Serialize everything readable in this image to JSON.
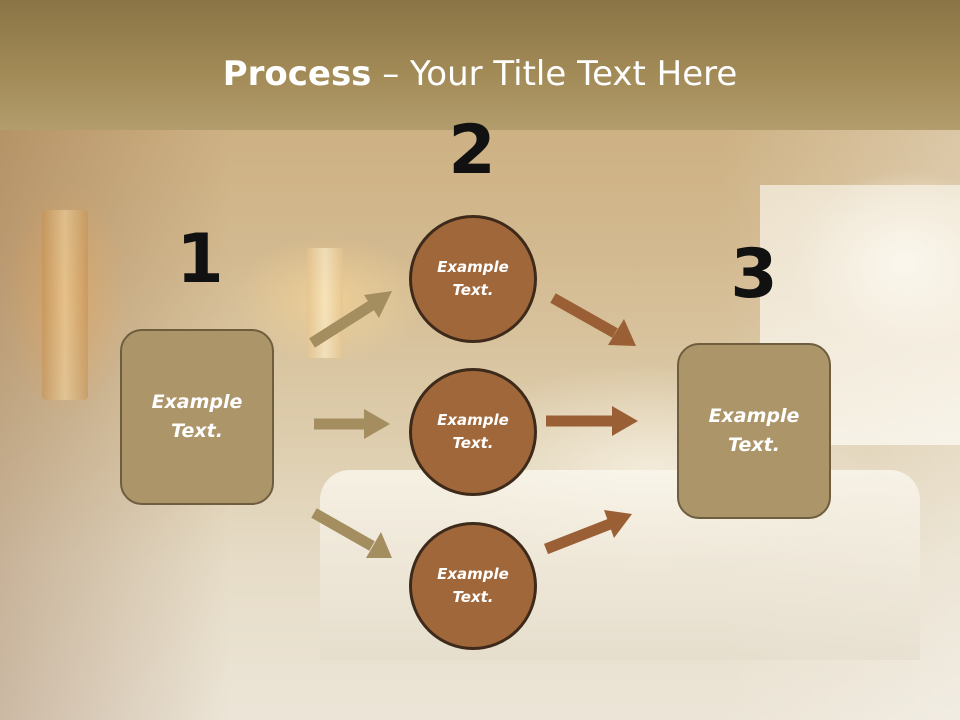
{
  "slide": {
    "title_bold": "Process",
    "title_rest": " – Your Title Text Here"
  },
  "steps": {
    "one": "1",
    "two": "2",
    "three": "3"
  },
  "left_box": {
    "line1": "Example",
    "line2": "Text."
  },
  "right_box": {
    "line1": "Example",
    "line2": "Text."
  },
  "circles": [
    {
      "line1": "Example",
      "line2": "Text."
    },
    {
      "line1": "Example",
      "line2": "Text."
    },
    {
      "line1": "Example",
      "line2": "Text."
    }
  ],
  "colors": {
    "header": "#a18a56",
    "box_fill": "#ac9569",
    "circle_fill": "#a0673a",
    "arrow_tan": "#a48d5f",
    "arrow_brown": "#9a5f35"
  }
}
